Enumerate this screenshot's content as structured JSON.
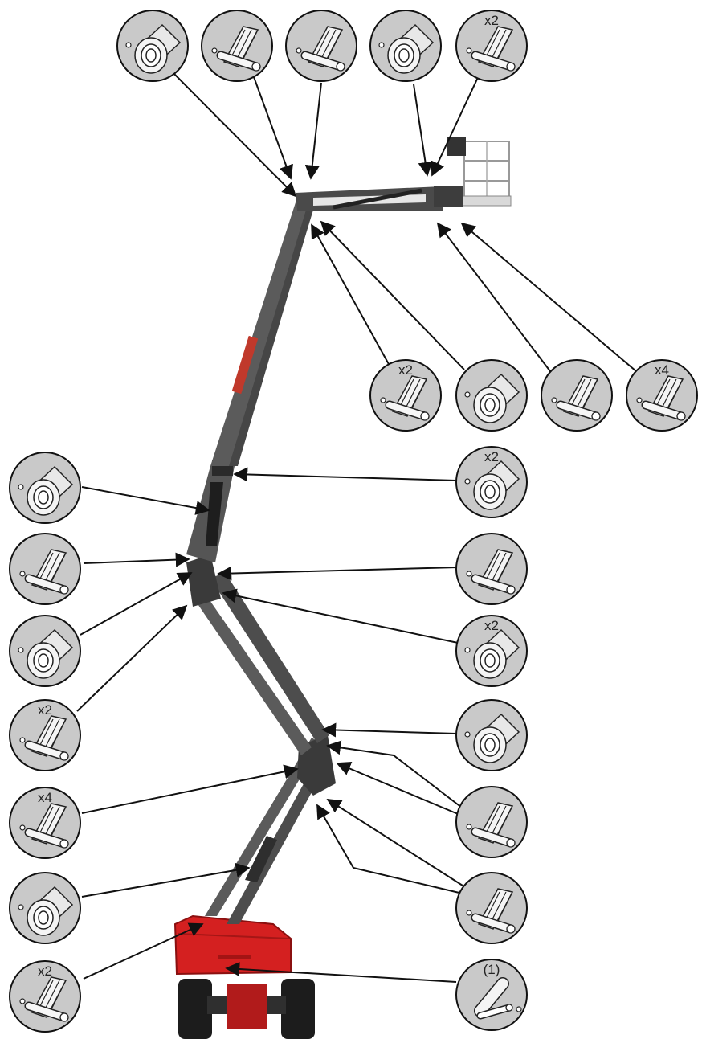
{
  "diagram": {
    "subject": "articulated boom lift lubrication points",
    "callouts": [
      {
        "id": "t1",
        "icon": "bushing-icon",
        "badge": ""
      },
      {
        "id": "t2",
        "icon": "grease-icon",
        "badge": ""
      },
      {
        "id": "t3",
        "icon": "grease-icon",
        "badge": ""
      },
      {
        "id": "t4",
        "icon": "bushing-icon",
        "badge": ""
      },
      {
        "id": "t5",
        "icon": "grease-icon",
        "badge": "x2"
      },
      {
        "id": "m1",
        "icon": "grease-icon",
        "badge": "x2"
      },
      {
        "id": "m2",
        "icon": "bushing-icon",
        "badge": ""
      },
      {
        "id": "m3",
        "icon": "grease-icon",
        "badge": ""
      },
      {
        "id": "m4",
        "icon": "grease-icon",
        "badge": "x4"
      },
      {
        "id": "l1",
        "icon": "bushing-icon",
        "badge": ""
      },
      {
        "id": "l2",
        "icon": "grease-icon",
        "badge": ""
      },
      {
        "id": "l3",
        "icon": "bushing-icon",
        "badge": ""
      },
      {
        "id": "l4",
        "icon": "grease-icon",
        "badge": "x2"
      },
      {
        "id": "l5",
        "icon": "grease-icon",
        "badge": "x4"
      },
      {
        "id": "l6",
        "icon": "bushing-icon",
        "badge": ""
      },
      {
        "id": "l7",
        "icon": "grease-icon",
        "badge": "x2"
      },
      {
        "id": "r1",
        "icon": "bushing-icon",
        "badge": "x2"
      },
      {
        "id": "r2",
        "icon": "grease-icon",
        "badge": ""
      },
      {
        "id": "r3",
        "icon": "bushing-icon",
        "badge": "x2"
      },
      {
        "id": "r4",
        "icon": "bushing-icon",
        "badge": ""
      },
      {
        "id": "r5",
        "icon": "grease-icon",
        "badge": ""
      },
      {
        "id": "r6",
        "icon": "grease-icon",
        "badge": ""
      },
      {
        "id": "r7",
        "icon": "pin-icon",
        "badge": "(1)"
      }
    ]
  },
  "colors": {
    "boom": "#5b5b5b",
    "boom_dark": "#3a3a3a",
    "turret": "#d42020",
    "brand_text": "#c0392b",
    "circle_fill": "#c9c9c9",
    "icon_face": "#f4f4f4"
  }
}
